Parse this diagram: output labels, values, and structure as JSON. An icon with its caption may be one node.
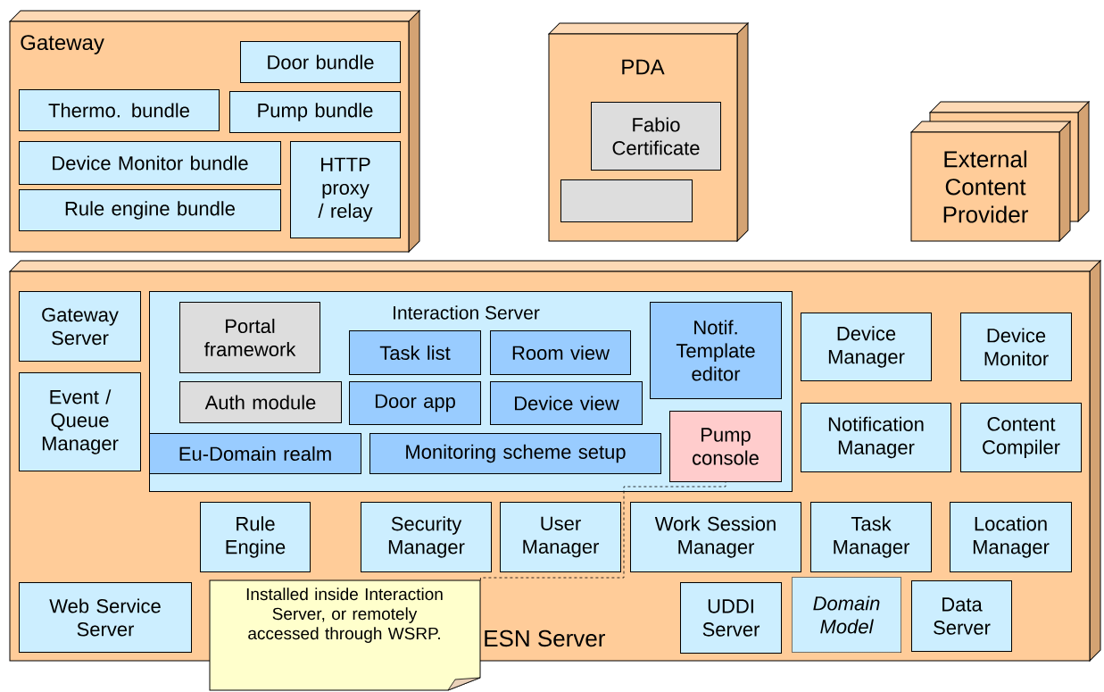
{
  "diagram": {
    "nodes": [
      {
        "text": [
          "Gateway"
        ]
      },
      {
        "text": [
          "Door bundle"
        ],
        "in": 0
      },
      {
        "text": [
          "Thermo. bundle"
        ],
        "in": 0
      },
      {
        "text": [
          "Pump bundle"
        ],
        "in": 0
      },
      {
        "text": [
          "Device Monitor bundle"
        ],
        "in": 0
      },
      {
        "text": [
          "Rule engine bundle"
        ],
        "in": 0
      },
      {
        "text": [
          "HTTP proxy / relay"
        ],
        "in": 0
      },
      {
        "text": [
          "PDA"
        ]
      },
      {
        "text": [
          "Fabio Certificate"
        ],
        "in": 7
      },
      {
        "text": [],
        "shape": "box",
        "in": 7
      },
      {
        "text": [
          "External Content Provider"
        ]
      },
      {
        "text": [
          "ESN Server"
        ]
      },
      {
        "text": [
          "Gateway Server"
        ],
        "in": 11
      },
      {
        "text": [
          "Event / Queue Manager"
        ],
        "in": 11
      },
      {
        "text": [
          "Interaction Server"
        ],
        "in": 11
      },
      {
        "text": [
          "Portal framework"
        ],
        "in": 14
      },
      {
        "text": [
          "Auth module"
        ],
        "in": 14
      },
      {
        "text": [
          "Task list"
        ],
        "in": 14
      },
      {
        "text": [
          "Room view"
        ],
        "in": 14
      },
      {
        "text": [
          "Door app"
        ],
        "in": 14
      },
      {
        "text": [
          "Device view"
        ],
        "in": 14
      },
      {
        "text": [
          "Eu-Domain realm"
        ],
        "in": 14
      },
      {
        "text": [
          "Monitoring scheme setup"
        ],
        "in": 14
      },
      {
        "text": [
          "Notif. Template editor"
        ],
        "in": 14
      },
      {
        "text": [
          "Pump console"
        ],
        "in": 14
      },
      {
        "text": [
          "Device Manager"
        ],
        "in": 11
      },
      {
        "text": [
          "Device Monitor"
        ],
        "in": 11
      },
      {
        "text": [
          "Notification Manager"
        ],
        "in": 11
      },
      {
        "text": [
          "Content Compiler"
        ],
        "in": 11
      },
      {
        "text": [
          "Rule Engine"
        ],
        "in": 11
      },
      {
        "text": [
          "Security Manager"
        ],
        "in": 11
      },
      {
        "text": [
          "User Manager"
        ],
        "in": 11
      },
      {
        "text": [
          "Work Session Manager"
        ],
        "in": 11
      },
      {
        "text": [
          "Task Manager"
        ],
        "in": 11
      },
      {
        "text": [
          "Location Manager"
        ],
        "in": 11
      },
      {
        "text": [
          "Web Service Server"
        ],
        "in": 11
      },
      {
        "text": [
          "UDDI Server"
        ],
        "in": 11
      },
      {
        "text": [
          "Domain Model"
        ],
        "in": 11
      },
      {
        "text": [
          "Data Server"
        ],
        "in": 11
      },
      {
        "text": [
          "Installed inside Interaction Server, or remotely accessed through WSRP."
        ]
      }
    ],
    "edges": [
      {
        "from": 39,
        "to": 24,
        "arrow": "none",
        "style": "dashed"
      }
    ]
  }
}
